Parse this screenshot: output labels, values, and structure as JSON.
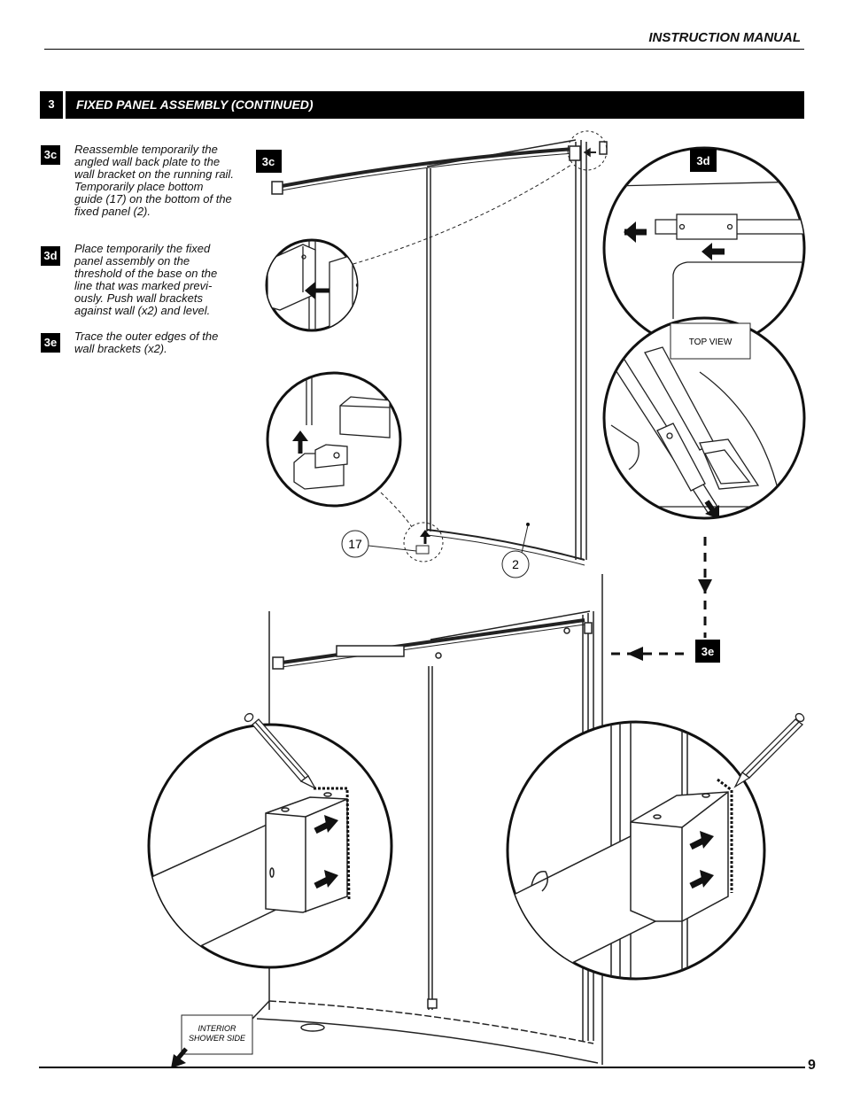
{
  "header": {
    "title": "INSTRUCTION MANUAL"
  },
  "section": {
    "number": "3",
    "title": "FIXED PANEL ASSEMBLY  (CONTINUED)"
  },
  "steps": [
    {
      "id": "3c",
      "text": "Reassemble temporarily the angled wall back plate to the wall bracket on the running rail. Temporarily place bottom guide (17) on the bottom of the fixed panel (2)."
    },
    {
      "id": "3d",
      "text": "Place temporarily the fixed panel assembly on the threshold of the base on the line that was marked previ-ously. Push wall brackets against wall (x2) and level."
    },
    {
      "id": "3e",
      "text": "Trace the outer edges of the wall brackets (x2)."
    }
  ],
  "illustration": {
    "badge_3c": "3c",
    "badge_3d": "3d",
    "badge_3e": "3e",
    "callout_17": "17",
    "callout_2": "2",
    "top_view_label": "TOP VIEW",
    "interior_label_line1": "INTERIOR",
    "interior_label_line2": "SHOWER SIDE"
  },
  "footer": {
    "page_number": "9"
  }
}
